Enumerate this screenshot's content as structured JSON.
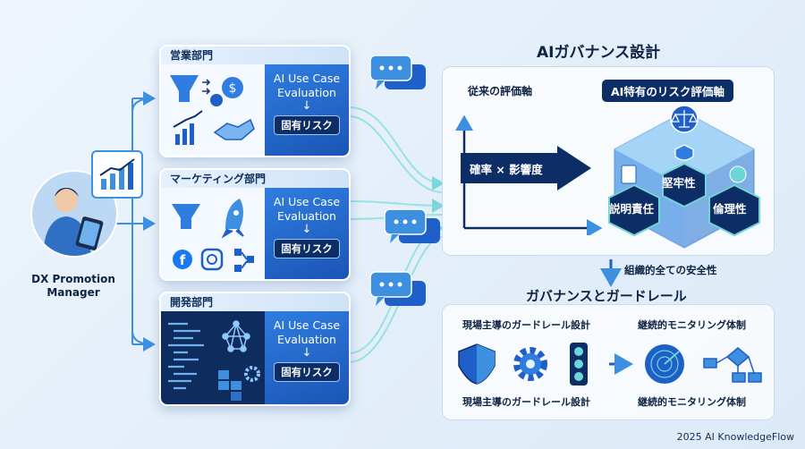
{
  "manager": {
    "label_line1": "DX Promotion",
    "label_line2": "Manager"
  },
  "departments": [
    {
      "name": "営業部門",
      "eval_line1": "AI Use Case",
      "eval_line2": "Evaluation",
      "risk": "固有リスク"
    },
    {
      "name": "マーケティング部門",
      "eval_line1": "AI Use Case",
      "eval_line2": "Evaluation",
      "risk": "固有リスク"
    },
    {
      "name": "開発部門",
      "eval_line1": "AI Use Case",
      "eval_line2": "Evaluation",
      "risk": "固有リスク"
    }
  ],
  "governance": {
    "title": "AIガバナンス設計",
    "traditional_axis_label": "従来の評価軸",
    "arrow_label": "確率 × 影響度",
    "ai_axis_label": "AI特有のリスク評価軸",
    "cube": {
      "top": "堅牢性",
      "left": "説明責任",
      "right": "倫理性"
    },
    "connector": "組織的全ての安全性"
  },
  "guardrails": {
    "title": "ガバナンスとガードレール",
    "left_top": "現場主導のガードレール設計",
    "right_top": "継続的モニタリング体制",
    "left_bottom": "現場主導のガードレール設計",
    "right_bottom": "継続的モニタリング体制"
  },
  "footer": "2025 AI KnowledgeFlow",
  "colors": {
    "primary": "#1f5fc8",
    "dark": "#0d2d66",
    "accent": "#5fd3c8"
  }
}
